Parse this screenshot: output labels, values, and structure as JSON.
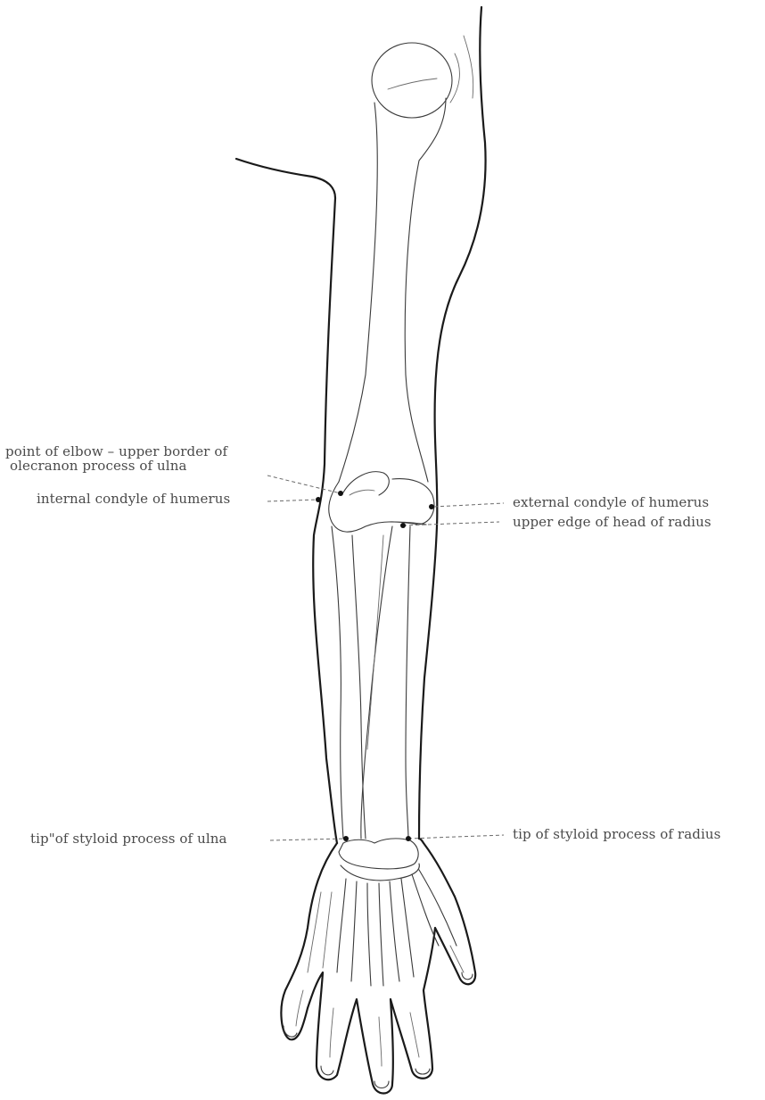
{
  "labels": {
    "point_of_elbow_line1": "point of elbow – upper border of",
    "point_of_elbow_line2": "olecranon process of ulna",
    "internal_condyle": "internal condyle of humerus",
    "external_condyle": "external condyle of humerus",
    "head_of_radius": "upper edge of head of radius",
    "styloid_ulna": "tip\"of styloid process of ulna",
    "styloid_radius": "tip of styloid process of radius"
  },
  "colors": {
    "outline": "#1a1a1a",
    "bone": "#3a3a3a",
    "label_text": "#4a4a4a",
    "background": "#ffffff"
  }
}
